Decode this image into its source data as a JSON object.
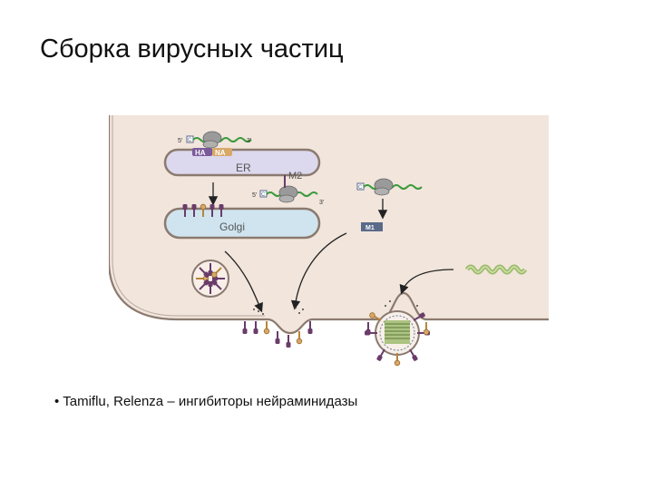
{
  "slide": {
    "title": "Сборка вирусных частиц",
    "bullet": "Tamiflu, Relenza – ингибиторы нейраминидазы"
  },
  "figure": {
    "labels": {
      "er": "ER",
      "golgi": "Golgi",
      "ha": "HA",
      "na": "NA",
      "m2": "M2",
      "m1": "M1",
      "five_prime_1": "5'",
      "three_prime_1": "3'",
      "five_prime_2": "5'",
      "three_prime_2": "3'",
      "cap_1": "C",
      "cap_2": "C",
      "cap_3": "C"
    },
    "colors": {
      "cytoplasm": "#f1e5dc",
      "membrane": "#8b7a70",
      "er_fill": "#dcd8ee",
      "golgi_fill": "#cfe4ef",
      "mrna": "#3a9a3a",
      "ribosome": "#9a9a9a",
      "spike": "#6a3c6a",
      "ha_label": "#7a5a9a",
      "na_label": "#d8a868",
      "vrnp": "#9ab868",
      "m1_box": "#5a6a8a"
    }
  }
}
